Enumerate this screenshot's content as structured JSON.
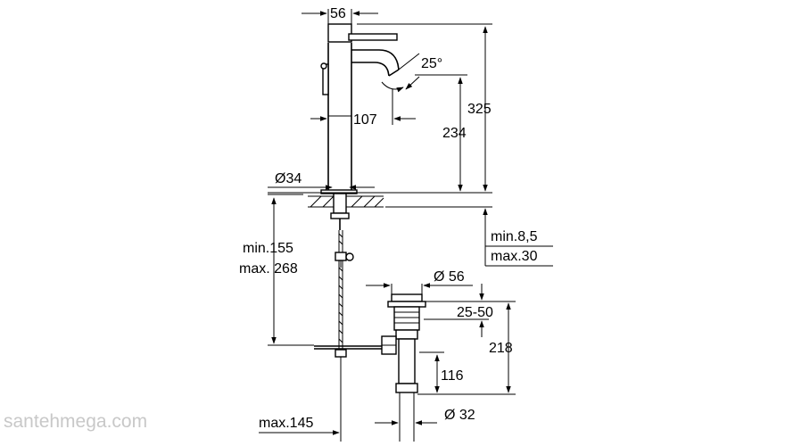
{
  "drawing": {
    "dimensions": {
      "spout_width": "56",
      "angle": "25°",
      "spout_reach": "107",
      "total_height": "325",
      "spout_height": "234",
      "hole_diameter": "Ø34",
      "deck_thickness_min": "min.8,5",
      "deck_thickness_max": "max.30",
      "rod_length_min": "min.155",
      "rod_length_max": "max. 268",
      "waste_diameter": "Ø 56",
      "basin_thickness": "25-50",
      "waste_height": "218",
      "waste_tail": "116",
      "outlet_diameter": "Ø 32",
      "rod_offset": "max.145"
    },
    "watermark": "santehmega.com"
  }
}
